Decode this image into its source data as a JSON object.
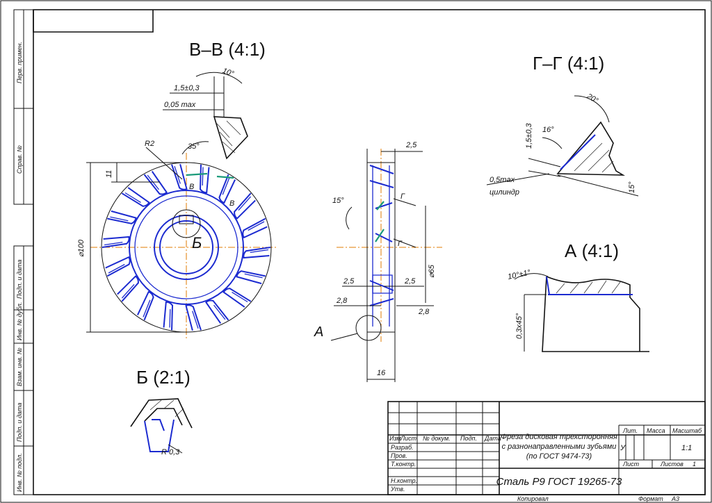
{
  "views": {
    "section_vv": {
      "title": "В–В (4:1)",
      "dims": [
        "10°",
        "1,5±0,3",
        "0,05 max",
        "35°",
        "R2",
        "11"
      ]
    },
    "section_gg": {
      "title": "Г–Г (4:1)",
      "dims": [
        "20°",
        "16°",
        "1,5±0,3",
        "0,5max",
        "цилиндр",
        "15°"
      ]
    },
    "view_a": {
      "title": "А (4:1)",
      "dims": [
        "10°±1°",
        "0,3х45°"
      ]
    },
    "view_b": {
      "title": "Б (2:1)",
      "dims": [
        "R 0,3"
      ]
    },
    "front_view": {
      "dims": [
        "⌀100"
      ],
      "labels": [
        "В",
        "В",
        "Б"
      ]
    },
    "side_view": {
      "dims": [
        "2,5",
        "15°",
        "2,5",
        "2,5",
        "2,8",
        "2,8",
        "16",
        "⌀65"
      ],
      "labels": [
        "Г",
        "Г",
        "А"
      ]
    }
  },
  "side_strip": [
    "Перв. примен.",
    "Справ. №",
    "Подп. и дата",
    "Инв. № дубл.",
    "Взам. инв. №",
    "Подп. и дата",
    "Инв. № подл."
  ],
  "title_block": {
    "col_headers": [
      "Изм",
      "Лист",
      "№ докум.",
      "Подп.",
      "Дата"
    ],
    "row_labels": [
      "Разраб.",
      "Пров.",
      "Т.контр.",
      "Н.контр.",
      "Утв."
    ],
    "name_lines": [
      "Фреза дисковая трехсторонняя",
      "с разнонаправленными зубьями",
      "(по ГОСТ 9474-73)"
    ],
    "material": "Сталь Р9 ГОСТ 19265-73",
    "header_lit": "Лит.",
    "header_mass": "Масса",
    "header_scale": "Масштаб",
    "lit_value": "У",
    "scale_value": "1:1",
    "sheet_label": "Лист",
    "sheets_label": "Листов",
    "sheets_value": "1",
    "copied": "Копировал",
    "format_label": "Формат",
    "format_value": "А3"
  }
}
